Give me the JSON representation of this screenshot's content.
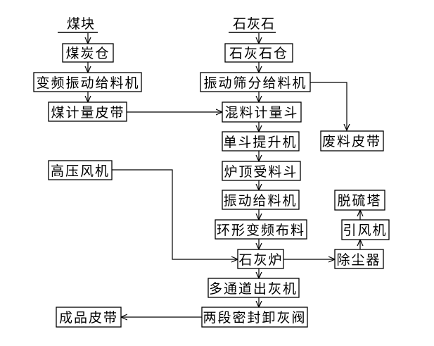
{
  "titles": {
    "coal": "煤块",
    "limestone": "石灰石"
  },
  "nodes": {
    "coal_bin": "煤炭仓",
    "vf_vib_feeder": "变频振动给料机",
    "coal_belt": "煤计量皮带",
    "limestone_bin": "石灰石仓",
    "vib_screen_feeder": "振动筛分给料机",
    "mix_hopper": "混料计量斗",
    "bucket_elevator": "单斗提升机",
    "waste_belt": "废料皮带",
    "hp_fan": "高压风机",
    "top_hopper": "炉顶受料斗",
    "vib_feeder": "振动给料机",
    "ring_distributor": "环形变频布料",
    "kiln": "石灰炉",
    "multi_discharger": "多通道出灰机",
    "double_seal_valve": "两段密封卸灰阀",
    "product_belt": "成品皮带",
    "dust_collector": "除尘器",
    "id_fan": "引风机",
    "desulfur_tower": "脱硫塔"
  }
}
